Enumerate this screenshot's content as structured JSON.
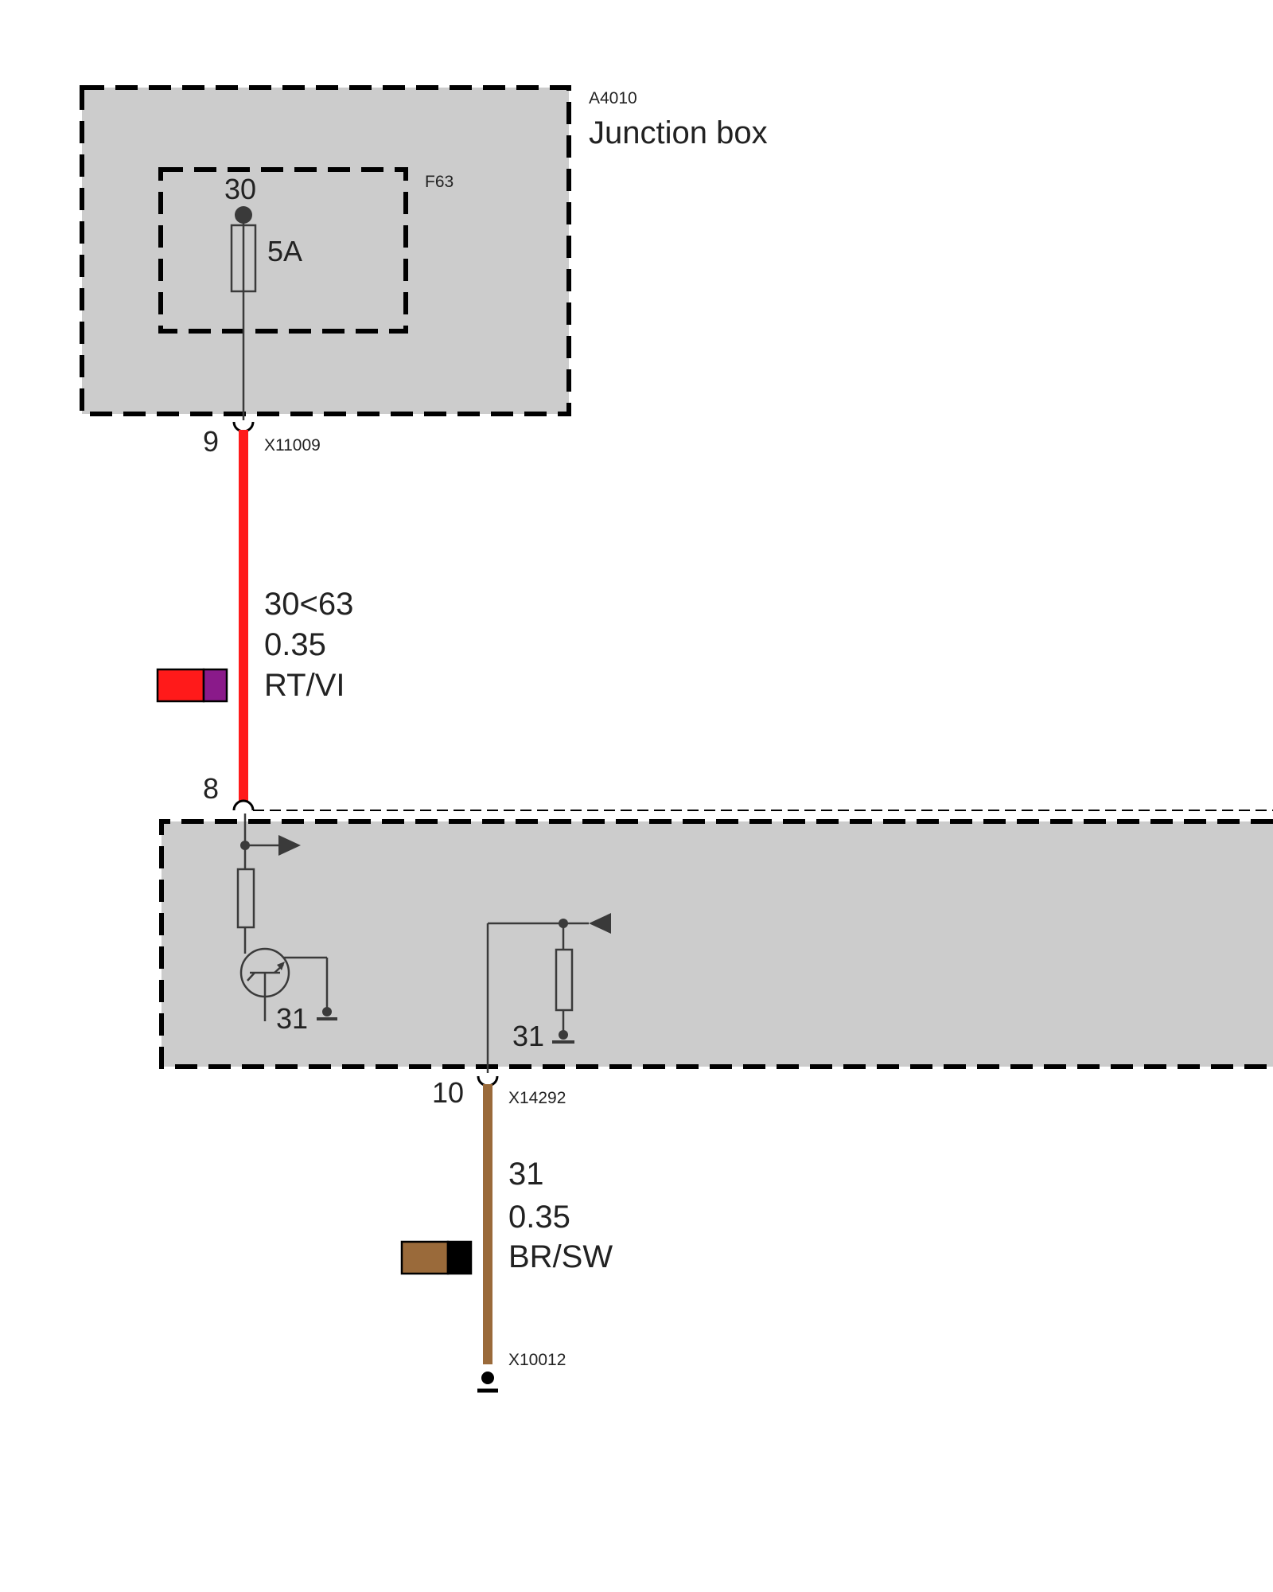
{
  "colors": {
    "background": "#ffffff",
    "module_fill": "#cccccc",
    "wire_red": "#ff1a1a",
    "wire_violet": "#8a1a8a",
    "wire_brown": "#9a6a3a",
    "wire_black": "#000000",
    "symbol_line": "#3a3a3a"
  },
  "junction_box": {
    "id": "A4010",
    "name": "Junction box",
    "fuse": {
      "id": "F63",
      "terminal": "30",
      "rating": "5A"
    }
  },
  "connector_top": {
    "id": "X11009",
    "pin_out": "9",
    "pin_in": "8"
  },
  "wire_1": {
    "signal": "30<63",
    "cross_section": "0.35",
    "color_code": "RT/VI",
    "color_swatch": [
      "#ff1a1a",
      "#8a1a8a"
    ]
  },
  "module": {
    "ground_transistor": "31",
    "ground_resistor": "31"
  },
  "connector_mid": {
    "id": "X14292",
    "pin": "10"
  },
  "wire_2": {
    "signal": "31",
    "cross_section": "0.35",
    "color_code": "BR/SW",
    "color_swatch": [
      "#9a6a3a",
      "#000000"
    ]
  },
  "ground_point": {
    "id": "X10012"
  }
}
